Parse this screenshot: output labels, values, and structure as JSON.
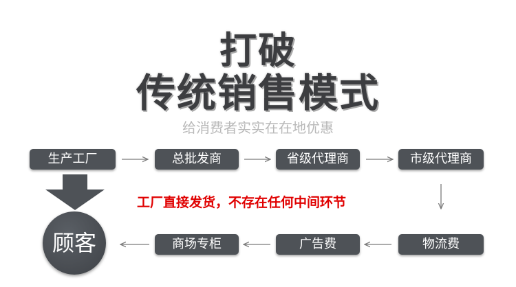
{
  "headline": {
    "line1": "打破",
    "line2": "传统销售模式"
  },
  "subtitle": "给消费者实实在在地优惠",
  "traditional_chain": {
    "factory": "生产工厂",
    "wholesale": "总批发商",
    "provincial_agent": "省级代理商",
    "city_agent": "市级代理商"
  },
  "cost_chain": {
    "logistics_fee": "物流费",
    "advertising_fee": "广告费",
    "store_counter": "商场专柜"
  },
  "customer": "顾客",
  "slogan": "工厂直接发货，不存在任何中间环节",
  "colors": {
    "box_fill": "#4e5257",
    "box_text": "#ffffff",
    "slogan_text": "#e00000",
    "subtitle_text": "#b9b9b9",
    "connector": "#7a7a7a"
  }
}
